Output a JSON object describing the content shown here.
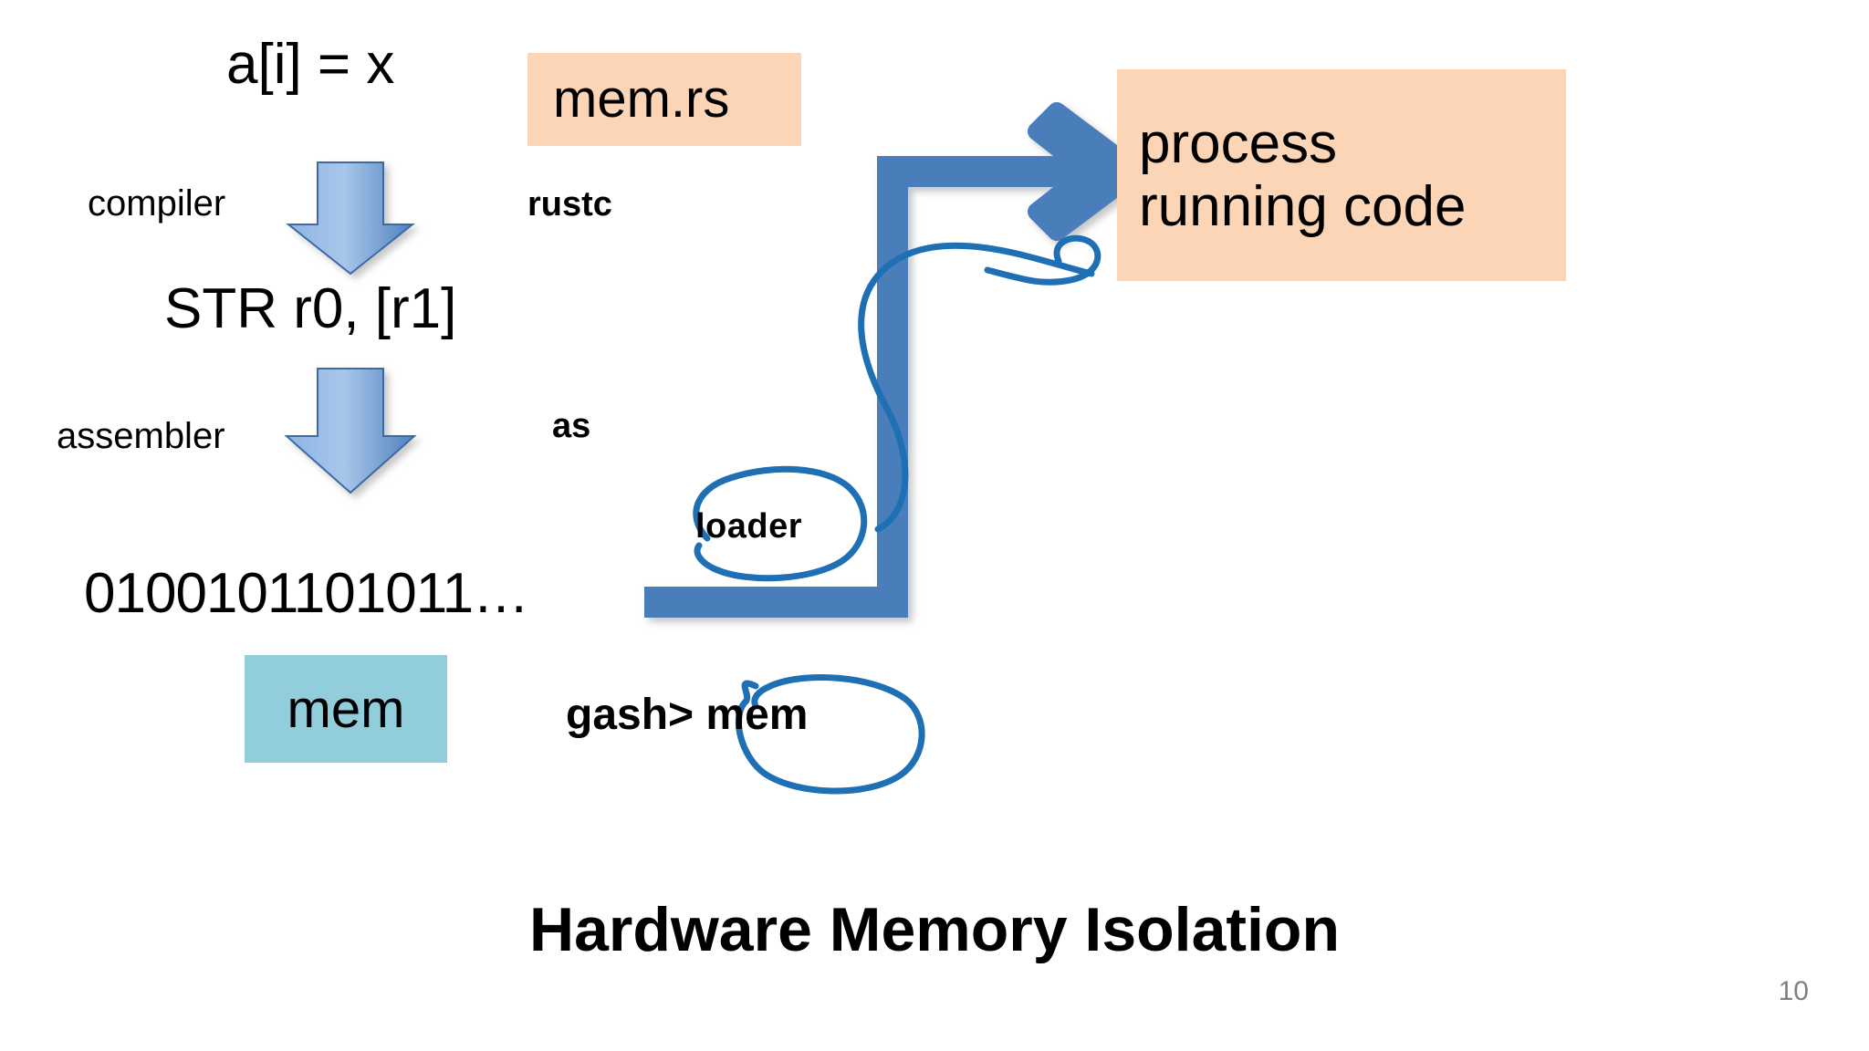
{
  "slide": {
    "title": "Hardware Memory Isolation",
    "page_number": "10",
    "background_color": "#ffffff"
  },
  "pipeline": {
    "source_code": "a[i] = x",
    "assembly_code": "STR r0, [r1]",
    "binary_code": "0100101101011…",
    "steps": [
      {
        "label": "compiler",
        "tool": "rustc"
      },
      {
        "label": "assembler",
        "tool": "as"
      },
      {
        "label": "loader",
        "tool": "loader"
      }
    ],
    "step_labels": {
      "compiler": "compiler",
      "assembler": "assembler",
      "loader": "loader"
    },
    "tool_labels": {
      "rustc": "rustc",
      "as": "as"
    }
  },
  "boxes": {
    "source_file": {
      "label": "mem.rs",
      "fill": "#FBD5B5"
    },
    "process": {
      "line1": "process",
      "line2": "running code",
      "fill": "#FBD5B5"
    },
    "memory": {
      "label": "mem",
      "fill": "#92CDDC"
    }
  },
  "shell": {
    "prompt": "gash>",
    "command": "mem",
    "full_line": "gash> mem"
  },
  "colors": {
    "arrow_blue": "#4A7EBB",
    "arrow_blue_light": "#83AEDD",
    "ink_blue": "#1F6FB5",
    "peach": "#FBD5B5",
    "teal": "#92CDDC",
    "page_number_gray": "#808080",
    "text_black": "#000000"
  },
  "annotations": {
    "loader_circle": "hand-drawn-ellipse-around-loader",
    "mem_circle": "hand-drawn-ellipse-around-mem",
    "ink_arrow": "hand-drawn-curved-arrow-loader-to-process"
  },
  "icons": {
    "down_arrow_1": "down-arrow-icon",
    "down_arrow_2": "down-arrow-icon",
    "elbow_arrow": "elbow-arrow-icon"
  }
}
